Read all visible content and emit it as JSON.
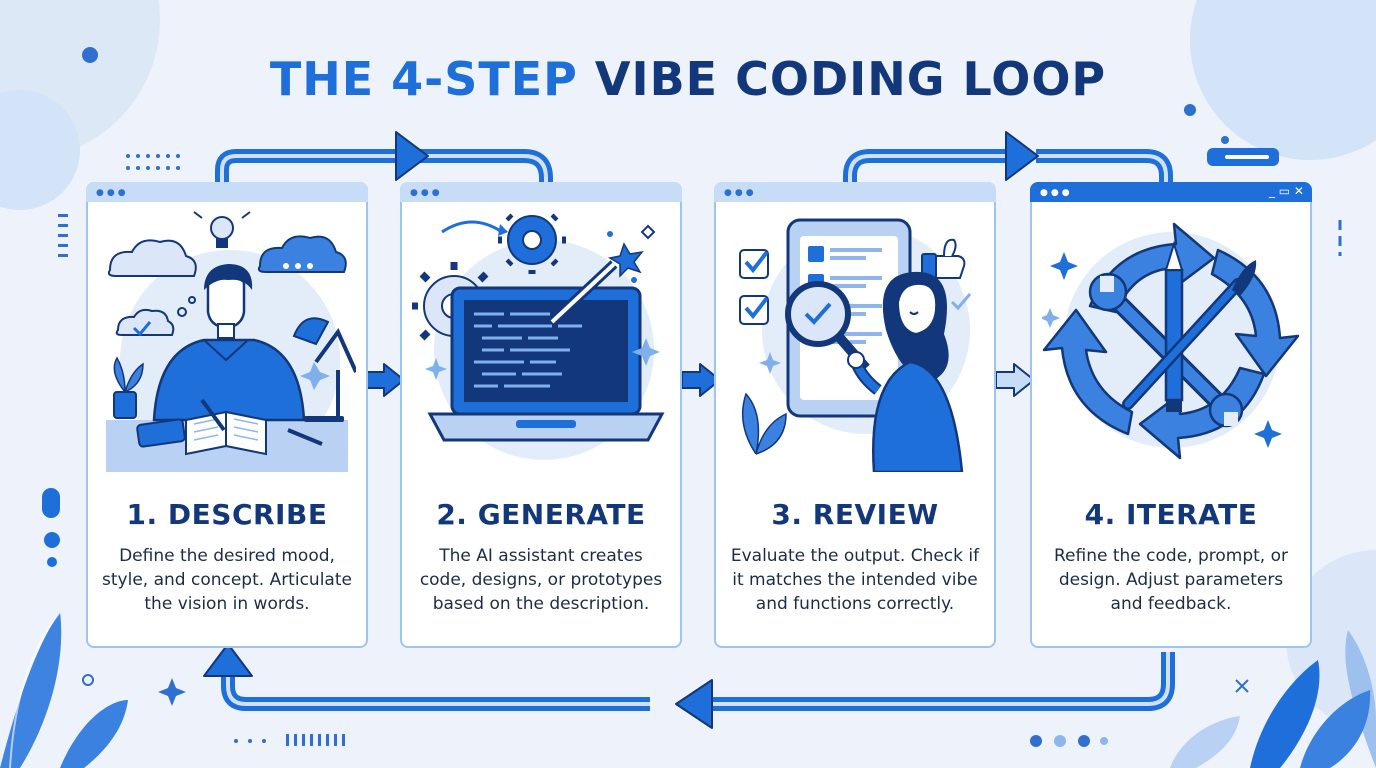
{
  "title": {
    "highlight": "THE 4-STEP",
    "rest": "VIBE CODING LOOP"
  },
  "colors": {
    "primary": "#1e6fd9",
    "dark": "#12377a",
    "light": "#c7dcf6",
    "background": "#eef3fb",
    "text": "#1c2c48"
  },
  "steps": [
    {
      "title": "1. DESCRIBE",
      "description": "Define the desired mood, style, and concept. Articulate the vision in words.",
      "icon": "person-writing-notebook-illustration"
    },
    {
      "title": "2. GENERATE",
      "description": "The AI assistant creates code, designs, or prototypes based on the description.",
      "icon": "laptop-code-magic-wand-illustration"
    },
    {
      "title": "3. REVIEW",
      "description": "Evaluate the output. Check if it matches the intended vibe and functions correctly.",
      "icon": "woman-magnifying-glass-checklist-illustration"
    },
    {
      "title": "4. ITERATE",
      "description": "Refine the code, prompt, or design. Adjust parameters and feedback.",
      "icon": "cycle-arrows-tools-illustration"
    }
  ]
}
